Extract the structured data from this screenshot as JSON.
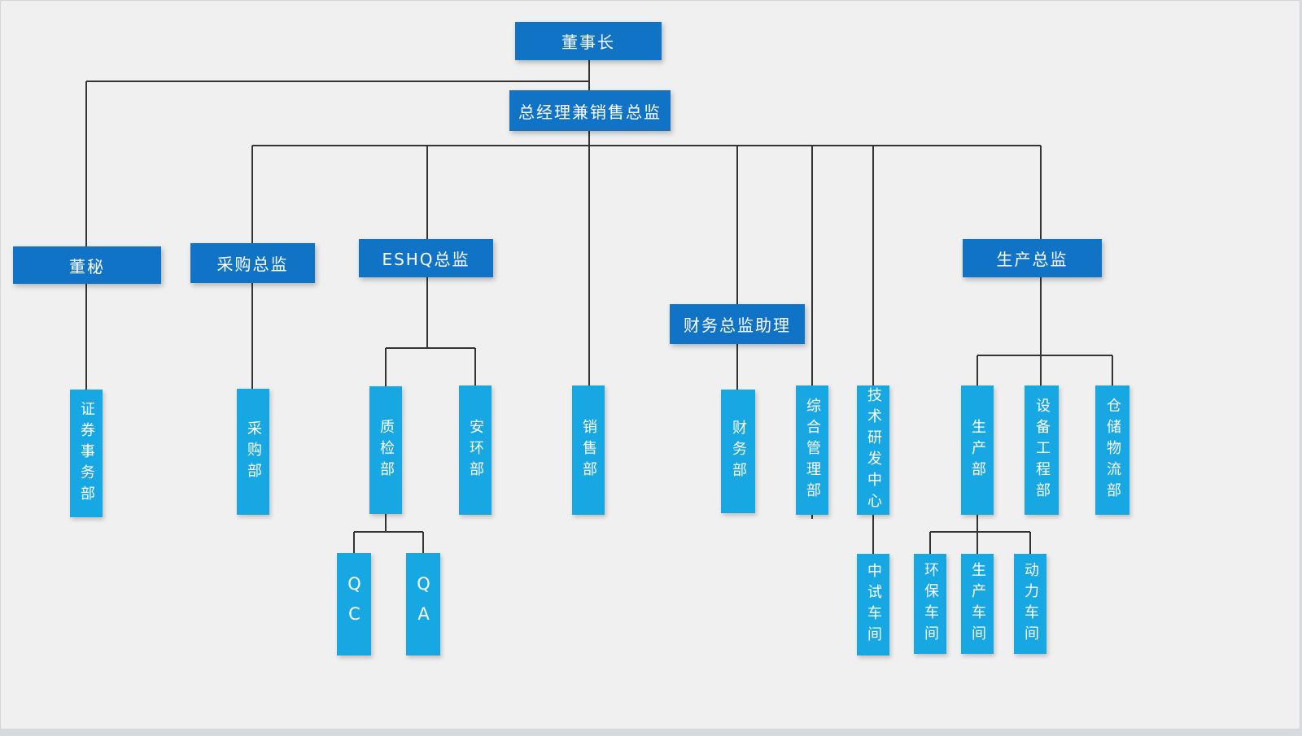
{
  "diagram": {
    "type": "org-chart",
    "colors": {
      "director_box_fill": "#1173c6",
      "department_box_fill": "#17a7e2",
      "connector": "#333333",
      "background": "#f0f0f1",
      "text": "#ffffff"
    },
    "nodes": {
      "chairman": "董事长",
      "general_manager": "总经理兼销售总监",
      "board_secretary": "董秘",
      "procurement_director": "采购总监",
      "eshq_director": "ESHQ总监",
      "finance_director_assistant": "财务总监助理",
      "production_director": "生产总监",
      "securities_affairs_dept": "证券事务部",
      "procurement_dept": "采购部",
      "quality_inspection_dept": "质检部",
      "safety_environment_dept": "安环部",
      "sales_dept": "销售部",
      "finance_dept": "财务部",
      "general_admin_dept": "综合管理部",
      "tech_rd_center": "技术研发中心",
      "production_dept": "生产部",
      "equipment_engineering_dept": "设备工程部",
      "warehouse_logistics_dept": "仓储物流部",
      "qc": "QC",
      "qa": "QA",
      "pilot_workshop": "中试车间",
      "environmental_workshop": "环保车间",
      "production_workshop": "生产车间",
      "power_workshop": "动力车间"
    },
    "edges": [
      [
        "chairman",
        "general_manager"
      ],
      [
        "chairman",
        "board_secretary"
      ],
      [
        "board_secretary",
        "securities_affairs_dept"
      ],
      [
        "general_manager",
        "procurement_director"
      ],
      [
        "general_manager",
        "eshq_director"
      ],
      [
        "general_manager",
        "sales_dept"
      ],
      [
        "general_manager",
        "finance_director_assistant"
      ],
      [
        "general_manager",
        "general_admin_dept"
      ],
      [
        "general_manager",
        "tech_rd_center"
      ],
      [
        "general_manager",
        "production_director"
      ],
      [
        "procurement_director",
        "procurement_dept"
      ],
      [
        "eshq_director",
        "quality_inspection_dept"
      ],
      [
        "eshq_director",
        "safety_environment_dept"
      ],
      [
        "quality_inspection_dept",
        "qc"
      ],
      [
        "quality_inspection_dept",
        "qa"
      ],
      [
        "finance_director_assistant",
        "finance_dept"
      ],
      [
        "tech_rd_center",
        "pilot_workshop"
      ],
      [
        "production_director",
        "production_dept"
      ],
      [
        "production_director",
        "equipment_engineering_dept"
      ],
      [
        "production_director",
        "warehouse_logistics_dept"
      ],
      [
        "production_dept",
        "environmental_workshop"
      ],
      [
        "production_dept",
        "production_workshop"
      ],
      [
        "production_dept",
        "power_workshop"
      ]
    ]
  }
}
